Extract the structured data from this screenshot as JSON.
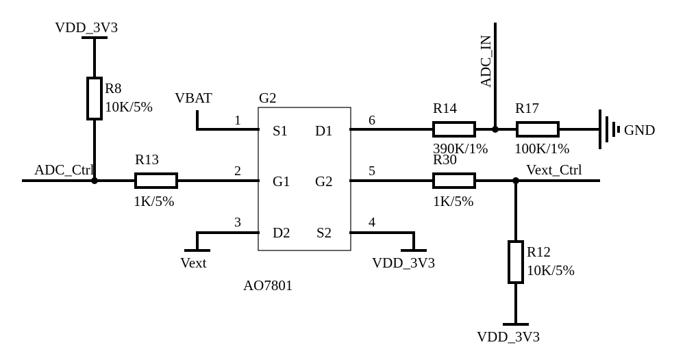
{
  "schematic": {
    "ic": {
      "ref": "G2",
      "part": "AO7801",
      "pins": [
        {
          "number": "1",
          "name": "S1"
        },
        {
          "number": "2",
          "name": "G1"
        },
        {
          "number": "3",
          "name": "D2"
        },
        {
          "number": "4",
          "name": "S2"
        },
        {
          "number": "5",
          "name": "G2"
        },
        {
          "number": "6",
          "name": "D1"
        }
      ]
    },
    "resistors": [
      {
        "ref": "R8",
        "value": "10K/5%"
      },
      {
        "ref": "R13",
        "value": "1K/5%"
      },
      {
        "ref": "R14",
        "value": "390K/1%"
      },
      {
        "ref": "R17",
        "value": "100K/1%"
      },
      {
        "ref": "R30",
        "value": "1K/5%"
      },
      {
        "ref": "R12",
        "value": "10K/5%"
      }
    ],
    "nets": {
      "vdd_top_left": "VDD_3V3",
      "vbat": "VBAT",
      "adc_in": "ADC_IN",
      "gnd": "GND",
      "adc_ctrl": "ADC_Ctrl",
      "vext_ctrl": "Vext_Ctrl",
      "vext": "Vext",
      "vdd_pin4": "VDD_3V3",
      "vdd_bottom_right": "VDD_3V3"
    }
  }
}
